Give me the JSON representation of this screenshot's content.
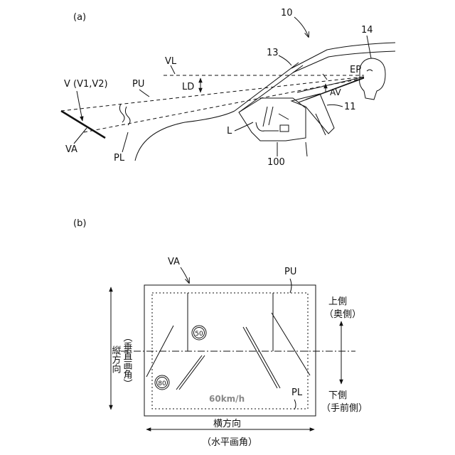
{
  "panel_a": {
    "label": "(a)",
    "refs": {
      "vehicle": "10",
      "windshield": "13",
      "eye": "14",
      "unit": "100",
      "wheel": "11"
    },
    "labels": {
      "VL": "VL",
      "LD": "LD",
      "PU": "PU",
      "PL": "PL",
      "V": "V (V1,V2)",
      "VA": "VA",
      "EP": "EP",
      "AV": "AV",
      "L": "L"
    }
  },
  "panel_b": {
    "label": "(b)",
    "labels": {
      "VA": "VA",
      "PU": "PU",
      "PL": "PL",
      "upper": "上側",
      "upper_sub": "（奥側）",
      "lower": "下側",
      "lower_sub": "（手前側）",
      "vertical": "縦方向",
      "vertical_sub": "（垂直画角）",
      "horizontal": "横方向",
      "horizontal_sub": "（水平画角）",
      "speed_text": "60km/h",
      "sign_top": "50",
      "sign_bottom": "80"
    }
  }
}
